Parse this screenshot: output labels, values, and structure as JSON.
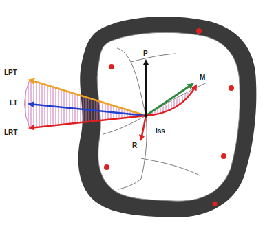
{
  "diagram": {
    "labels": [
      "LPT",
      "LT",
      "LRT",
      "P",
      "M",
      "R",
      "Iss"
    ]
  }
}
